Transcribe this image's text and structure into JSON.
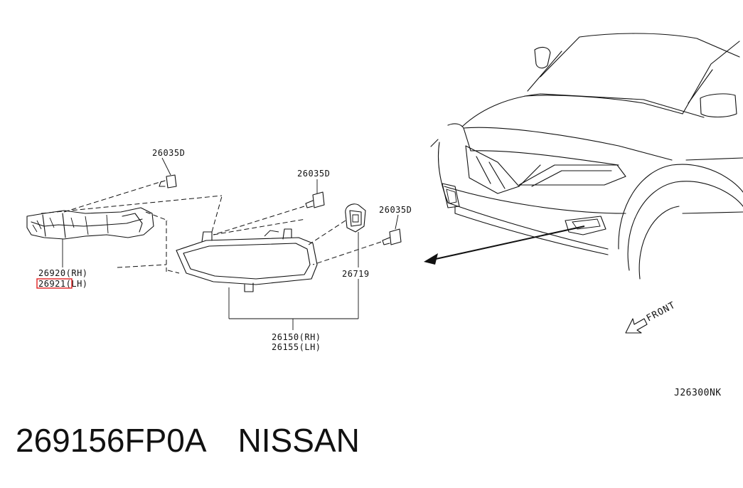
{
  "labels": {
    "bolt_bracket": "26035D",
    "bolt_lamp": "26035D",
    "bolt_right": "26035D",
    "bracket_rh": "26920(RH)",
    "bracket_lh": "26921(LH)",
    "bulb": "26719",
    "lamp_rh": "26150(RH)",
    "lamp_lh": "26155(LH)",
    "front": "FRONT",
    "diagram_code": "J26300NK"
  },
  "highlight": {
    "target": "bracket_lh",
    "color": "#e02020"
  },
  "caption": {
    "part_number": "269156FP0A",
    "brand": "NISSAN"
  },
  "icons": [
    "bolt-icon",
    "bulb-icon",
    "front-arrow-icon"
  ]
}
